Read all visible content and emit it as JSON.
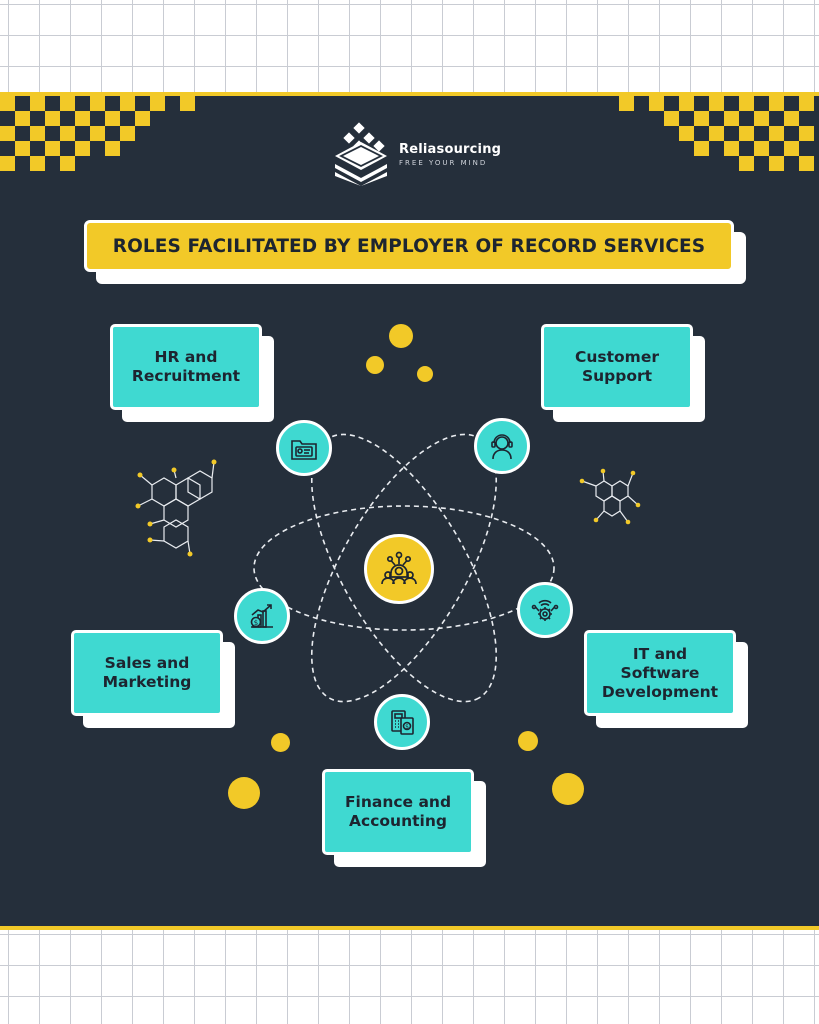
{
  "brand": {
    "name": "Reliasourcing",
    "tagline": "FREE YOUR MIND"
  },
  "title": "ROLES FACILITATED BY EMPLOYER OF RECORD SERVICES",
  "roles": [
    {
      "label": "HR and\nRecruitment",
      "icon": "folder-id-icon"
    },
    {
      "label": "Customer\nSupport",
      "icon": "headset-agent-icon"
    },
    {
      "label": "Sales and\nMarketing",
      "icon": "growth-chart-dollar-icon"
    },
    {
      "label": "IT and\nSoftware\nDevelopment",
      "icon": "network-gear-icon"
    },
    {
      "label": "Finance and\nAccounting",
      "icon": "calculator-document-icon"
    }
  ],
  "center_icon": "team-network-icon",
  "colors": {
    "background": "#252f3b",
    "accent_yellow": "#f2c928",
    "card_teal": "#3fd9d1",
    "text_dark": "#1d2530",
    "white": "#ffffff"
  }
}
